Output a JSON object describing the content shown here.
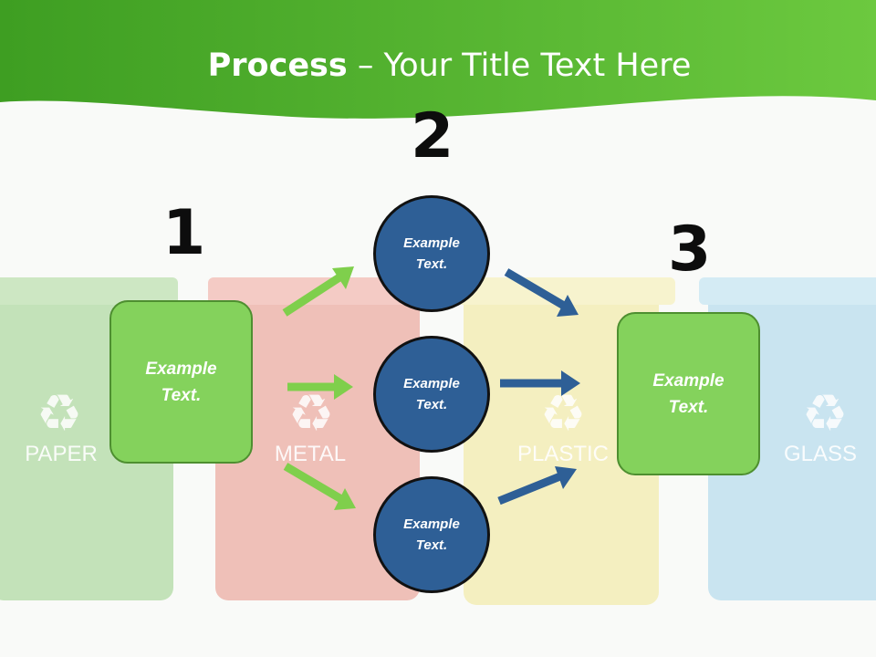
{
  "title": {
    "bold": "Process",
    "rest": " – Your Title Text Here"
  },
  "steps": [
    "1",
    "2",
    "3"
  ],
  "boxes": {
    "left": "Example\nText.",
    "right": "Example\nText."
  },
  "circles": [
    "Example\nText.",
    "Example\nText.",
    "Example\nText."
  ],
  "bins": [
    {
      "label": "PAPER",
      "color": "#9fcf8f"
    },
    {
      "label": "METAL",
      "color": "#e69a8e"
    },
    {
      "label": "PLASTIC",
      "color": "#eee59a"
    },
    {
      "label": "GLASS",
      "color": "#a8d3e6"
    }
  ],
  "colors": {
    "header": "#5cbc35",
    "green_arrow": "#7fcf4c",
    "blue_arrow": "#2e5f96"
  }
}
